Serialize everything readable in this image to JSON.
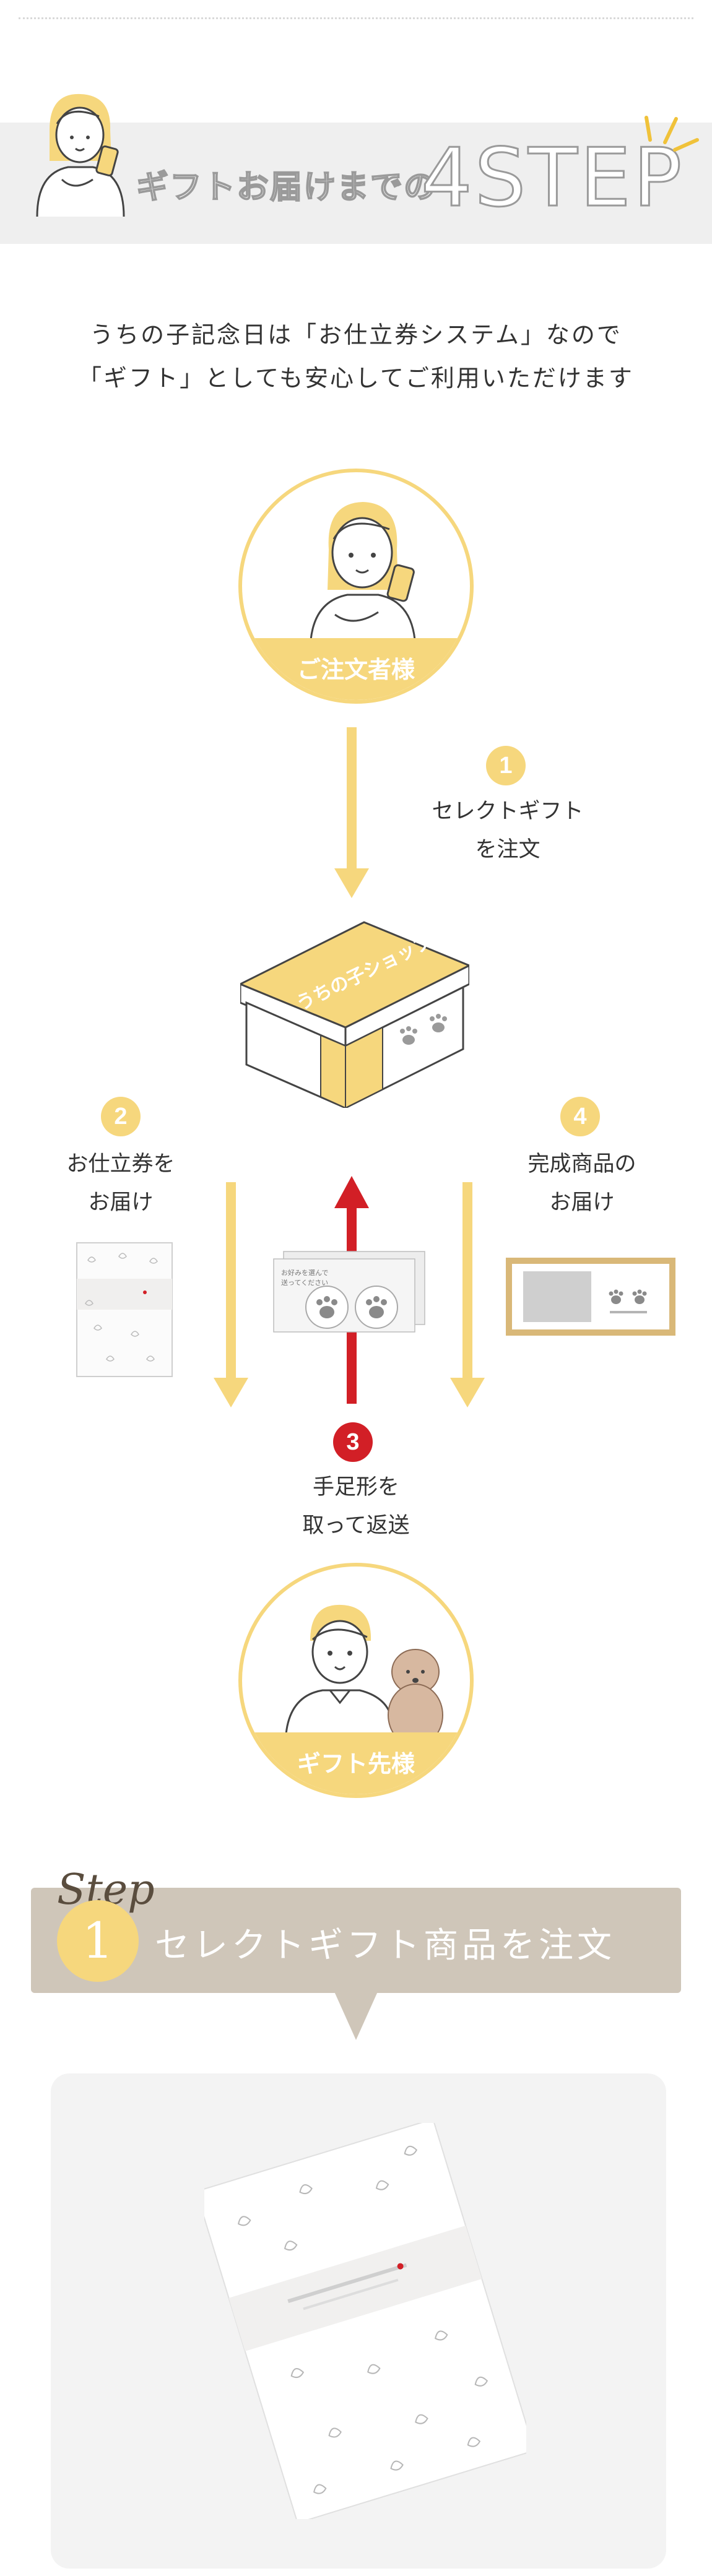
{
  "header": {
    "title": "ギフトお届けまでの",
    "step_text": "4STEP"
  },
  "intro": {
    "line1": "うちの子記念日は「お仕立券システム」なので",
    "line2": "「ギフト」としても安心してご利用いただけます"
  },
  "flow": {
    "orderer_label": "ご注文者様",
    "recipient_label": "ギフト先様",
    "shop_label": "うちの子ショップ",
    "card_text_1": "お好みを選んで",
    "card_text_2": "送ってください",
    "steps": [
      {
        "num": "1",
        "line1": "セレクトギフト",
        "line2": "を注文"
      },
      {
        "num": "2",
        "line1": "お仕立券を",
        "line2": "お届け"
      },
      {
        "num": "3",
        "line1": "手足形を",
        "line2": "取って返送"
      },
      {
        "num": "4",
        "line1": "完成商品の",
        "line2": "お届け"
      }
    ]
  },
  "step_section": {
    "script_word": "Step",
    "number": "1",
    "title": "セレクトギフト商品を注文"
  },
  "colors": {
    "accent_yellow": "#f6d77d",
    "accent_red": "#d21f26",
    "step_header_bg": "#cfc6b9"
  }
}
